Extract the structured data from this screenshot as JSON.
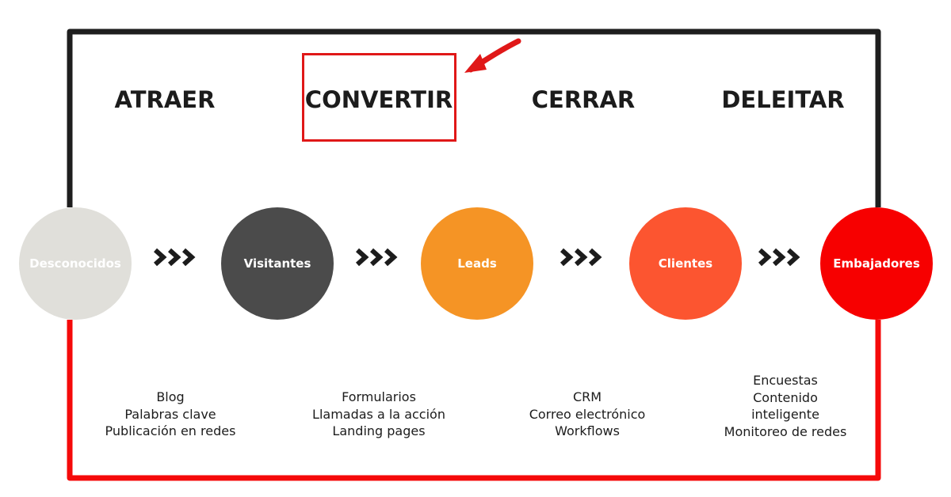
{
  "stages": [
    "ATRAER",
    "CONVERTIR",
    "CERRAR",
    "DELEITAR"
  ],
  "nodes": [
    {
      "label": "Desconocidos",
      "color": "#e0dfda"
    },
    {
      "label": "Visitantes",
      "color": "#4b4b4b"
    },
    {
      "label": "Leads",
      "color": "#f59425"
    },
    {
      "label": "Clientes",
      "color": "#fc5530"
    },
    {
      "label": "Embajadores",
      "color": "#f70000"
    }
  ],
  "tools": [
    [
      "Blog",
      "Palabras clave",
      "Publicación en redes"
    ],
    [
      "Formularios",
      "Llamadas a la acción",
      "Landing pages"
    ],
    [
      "CRM",
      "Correo electrónico",
      "Workflows"
    ],
    [
      "Encuestas",
      "Contenido",
      "inteligente",
      "Monitoreo de redes"
    ]
  ],
  "highlighted_stage": "CONVERTIR",
  "colors": {
    "frame_top": "#1e1e1e",
    "frame_bottom": "#f50a0a",
    "highlight": "#e01818",
    "chevron": "#1c1c1c"
  }
}
